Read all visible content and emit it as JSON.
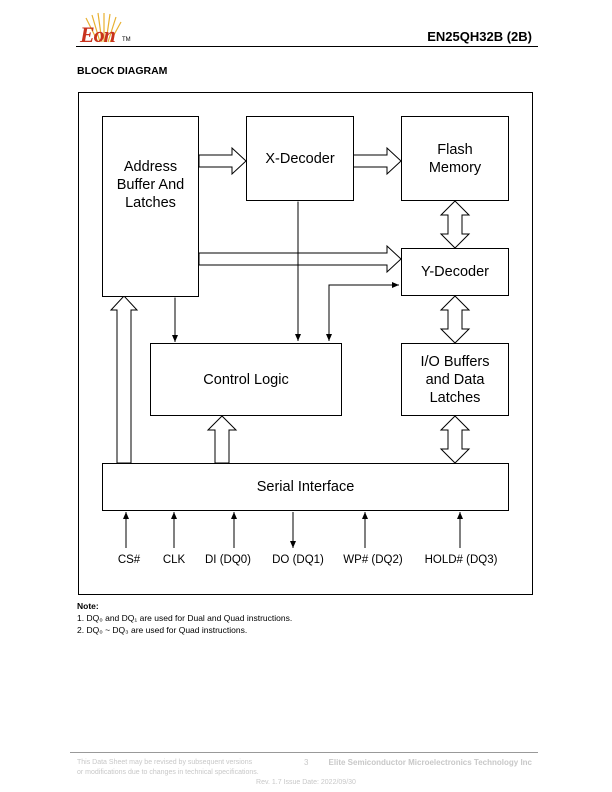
{
  "header": {
    "logo_text": "Eon",
    "logo_tm": "TM",
    "doc_title": "EN25QH32B (2B)"
  },
  "section_title": "BLOCK DIAGRAM",
  "blocks": {
    "address_buffer": "Address Buffer And Latches",
    "x_decoder": "X-Decoder",
    "flash_memory": "Flash Memory",
    "y_decoder": "Y-Decoder",
    "control_logic": "Control Logic",
    "io_buffers": "I/O Buffers and Data Latches",
    "serial_interface": "Serial Interface"
  },
  "pins": [
    "CS#",
    "CLK",
    "DI (DQ0)",
    "DO (DQ1)",
    "WP# (DQ2)",
    "HOLD# (DQ3)"
  ],
  "notes": {
    "title": "Note:",
    "line1": "1. DQ₀ and DQ₁ are used for Dual and Quad instructions.",
    "line2": "2. DQ₀ ~ DQ₃ are used for Quad instructions."
  },
  "footer": {
    "disclaimer_1": "This Data Sheet may be revised by subsequent versions",
    "disclaimer_2": "or modifications due to changes in technical specifications.",
    "page_number": "3",
    "company": "Elite Semiconductor Microelectronics Technology Inc",
    "revision": "Rev. 1.7   Issue Date: 2022/09/30"
  }
}
